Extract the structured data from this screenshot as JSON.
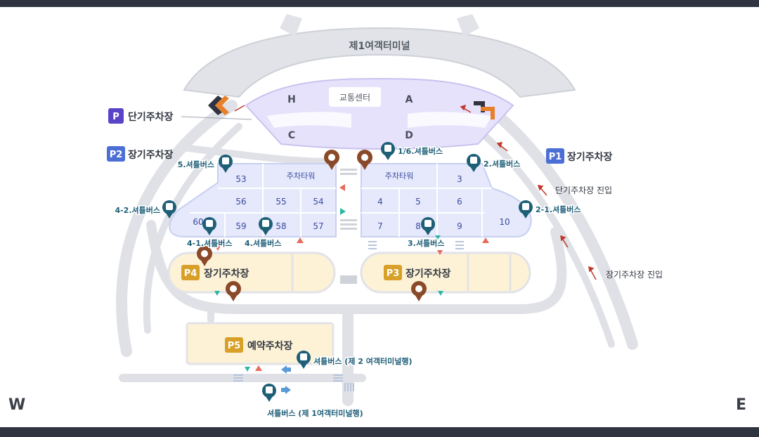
{
  "map": {
    "terminal_label": "제1여객터미널",
    "transport_center_label": "교통센터",
    "zones": {
      "h": "H",
      "a": "A",
      "c": "C",
      "d": "D"
    },
    "parking": {
      "short_term": {
        "badge": "P",
        "label": "단기주차장"
      },
      "p1": {
        "badge": "P1",
        "label": "장기주차장"
      },
      "p2": {
        "badge": "P2",
        "label": "장기주차장"
      },
      "p3": {
        "badge": "P3",
        "label": "장기주차장"
      },
      "p4": {
        "badge": "P4",
        "label": "장기주차장"
      },
      "p5": {
        "badge": "P5",
        "label": "예약주차장"
      }
    },
    "parking_tower_label": "주차타워",
    "lot_numbers": [
      "53",
      "56",
      "55",
      "54",
      "60",
      "59",
      "58",
      "57",
      "3",
      "4",
      "5",
      "6",
      "7",
      "8",
      "9",
      "10"
    ],
    "shuttle_stops": {
      "s5": "5.셔틀버스",
      "s1_6": "1/6.셔틀버스",
      "s2": "2.셔틀버스",
      "s4_2": "4-2.셔틀버스",
      "s2_1": "2-1.셔틀버스",
      "s4_1": "4-1.셔틀버스",
      "s4": "4.셔틀버스",
      "s3": "3.셔틀버스",
      "to_t2": "셔틀버스 (제 2 여객터미널행)",
      "to_t1": "셔틀버스 (제 1여객터미널행)"
    },
    "entrances": {
      "short_term": "단기주차장 진입",
      "long_term": "장기주차장 진입"
    },
    "compass": {
      "west": "W",
      "east": "E"
    }
  },
  "colors": {
    "road": "#dfe1e6",
    "road_edge": "#cfd2d9",
    "lot_blue": "#e5e9fb",
    "lot_blue_edge": "#c9cff0",
    "terminal_purple": "#e6e2fb",
    "parking_cream": "#fdf2d6",
    "badge_purple": "#5b43c8",
    "badge_blue": "#4c6fd6",
    "badge_gold": "#d8a028",
    "shuttle_teal": "#1e5f78",
    "restroom_brown": "#8a4a2a",
    "arrow_red": "#c0392b"
  }
}
